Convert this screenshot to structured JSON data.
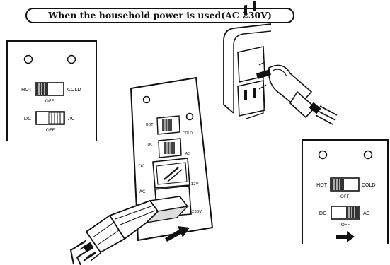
{
  "title": "When the household power is used(AC 230V)",
  "switch_labels": {
    "hot": "HOT",
    "cold": "COLD",
    "off": "OFF",
    "dc": "DC",
    "ac": "AC"
  },
  "port_labels": {
    "dc": "DC",
    "ac": "AC",
    "v12": "12V",
    "v230": "230V"
  },
  "colors": {
    "ink": "#111111",
    "paper": "#ffffff"
  }
}
